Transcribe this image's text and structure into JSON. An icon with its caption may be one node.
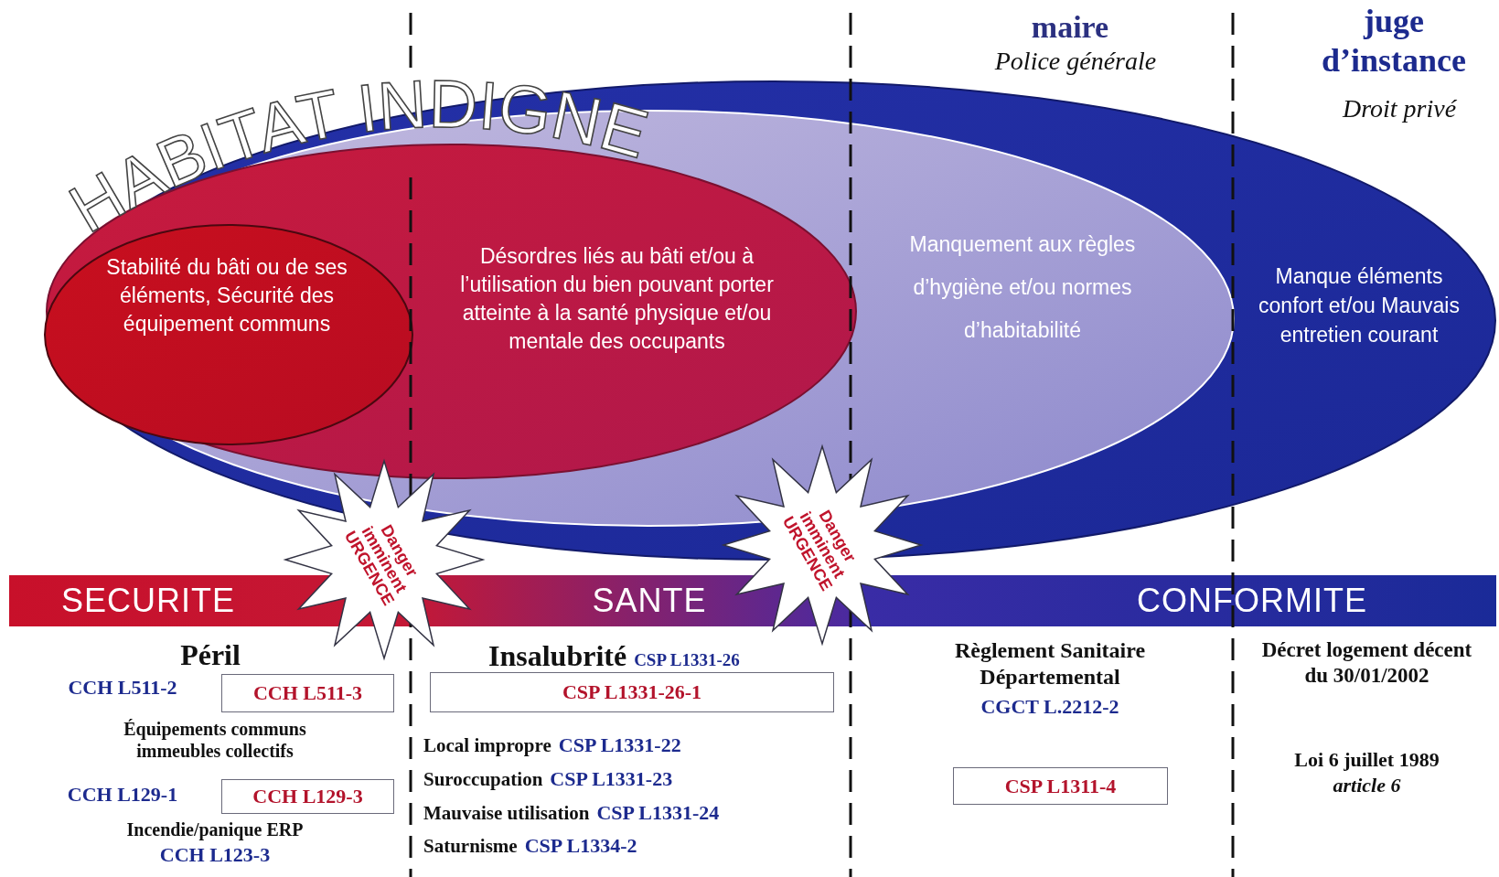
{
  "diagram": {
    "title": "HABITAT INDIGNE",
    "nodes": [
      {
        "text": [
          "Manque éléments confort et/ou Mauvais entretien courant"
        ]
      },
      {
        "text": [
          "Manquement aux règles d’hygiène et/ou normes d’habitabilité"
        ],
        "in": 0
      },
      {
        "text": [
          "Désordres liés au bâti et/ou à l’utilisation du bien pouvant porter atteinte à la santé physique et/ou mentale des occupants"
        ],
        "in": 1
      },
      {
        "text": [
          "Stabilité du bâti ou de ses éléments, Sécurité des équipement communs"
        ],
        "in": 2
      },
      {
        "text": [
          "Danger imminent URGENCE"
        ]
      },
      {
        "text": [
          "Danger imminent URGENCE"
        ]
      },
      {
        "text": [
          "SECURITE"
        ]
      },
      {
        "text": [
          "SANTE"
        ]
      },
      {
        "text": [
          "CONFORMITE"
        ]
      },
      {
        "text": [
          "CCH L511-3"
        ]
      },
      {
        "text": [
          "CSP L1331-26-1"
        ]
      },
      {
        "text": [
          "CCH L129-3"
        ]
      },
      {
        "text": [
          "CSP L1311-4"
        ]
      }
    ],
    "labels": [
      "maire",
      "Police générale",
      "juge d’instance",
      "Droit privé",
      "Péril",
      "CCH L511-2",
      "Équipements communs immeubles collectifs",
      "CCH L129-1",
      "Incendie/panique ERP",
      "CCH L123-3",
      "Insalubrité",
      "CSP L1331-26",
      "Local impropre",
      "CSP L1331-22",
      "Suroccupation",
      "CSP L1331-23",
      "Mauvaise utilisation",
      "CSP L1331-24",
      "Saturnisme",
      "CSP L1334-2",
      "Règlement Sanitaire Départemental",
      "CGCT L.2212-2",
      "Décret logement décent du 30/01/2002",
      "Loi 6 juillet 1989",
      "article 6"
    ]
  }
}
